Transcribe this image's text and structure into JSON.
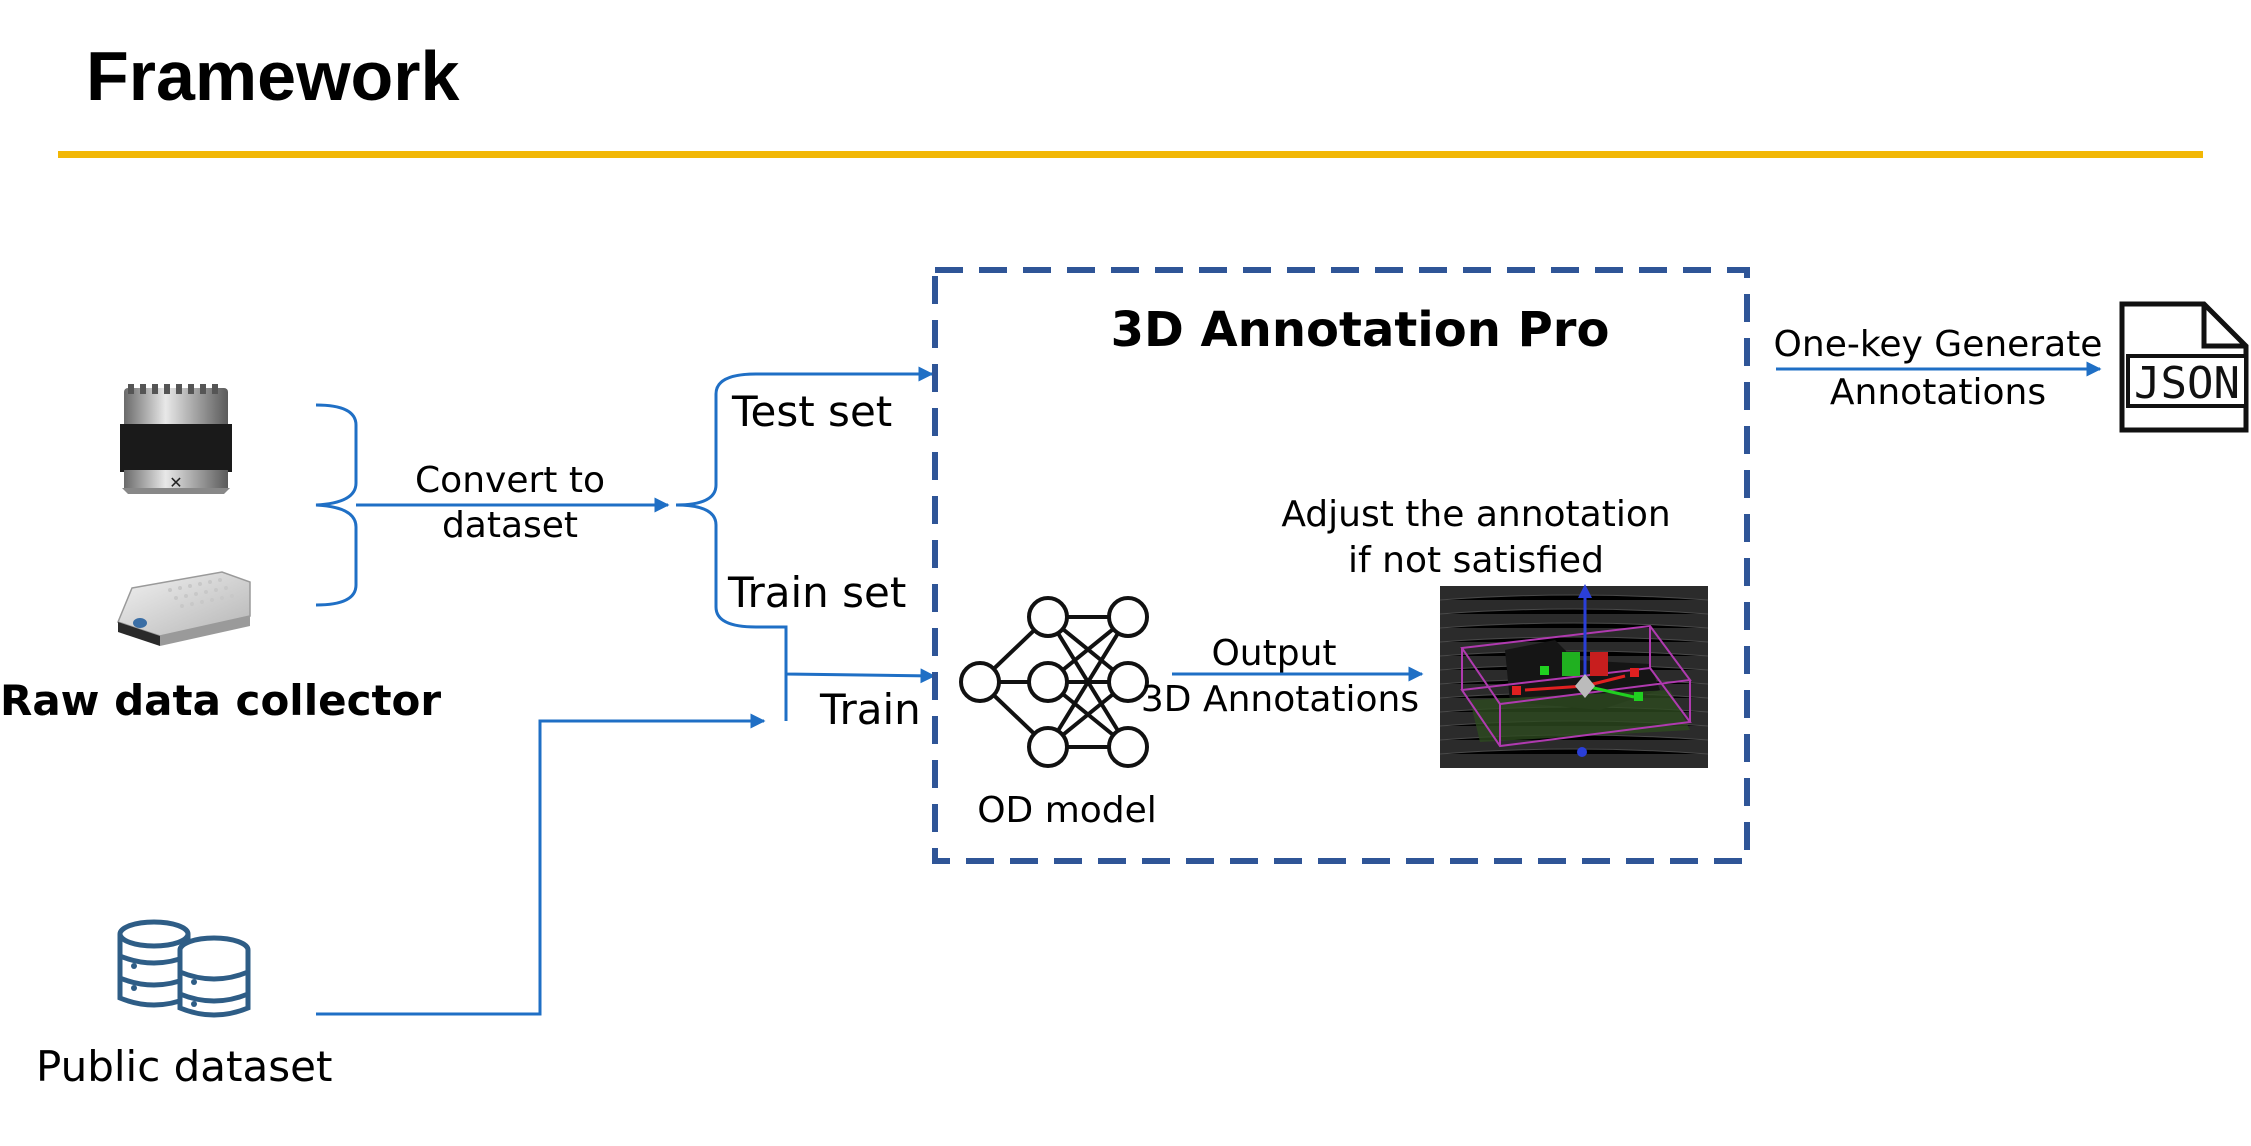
{
  "slide": {
    "title": "Framework",
    "accent_color": "#f2b705"
  },
  "diagram": {
    "box_title": "3D Annotation Pro",
    "box_border_color": "#2f5597",
    "arrow_color": "#1f6fc5",
    "raw_collector_label": "Raw data collector",
    "convert_label_line1": "Convert to",
    "convert_label_line2": "dataset",
    "test_set_label": "Test set",
    "train_set_label": "Train set",
    "train_label": "Train",
    "public_dataset_label": "Public dataset",
    "od_model_label": "OD model",
    "output_label_line1": "Output",
    "output_label_line2": "3D Annotations",
    "adjust_label_line1": "Adjust the annotation",
    "adjust_label_line2": "if not satisfied",
    "generate_label_line1": "One-key Generate",
    "generate_label_line2": "Annotations",
    "json_icon_text": "JSON",
    "icons": [
      "lidar-sensor-icon",
      "depth-camera-icon",
      "database-icon",
      "neural-network-icon",
      "point-cloud-image",
      "json-file-icon"
    ]
  }
}
